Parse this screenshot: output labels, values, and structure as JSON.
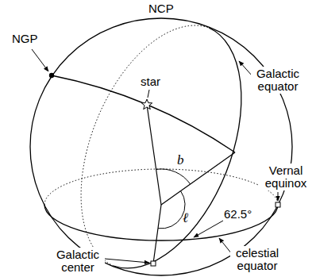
{
  "diagram": {
    "labels": [
      "NCP",
      "NGP",
      "star",
      "Galactic equator",
      "b",
      "ℓ",
      "62.5°",
      "Vernal equinox",
      "celestial equator",
      "Galactic center"
    ]
  }
}
